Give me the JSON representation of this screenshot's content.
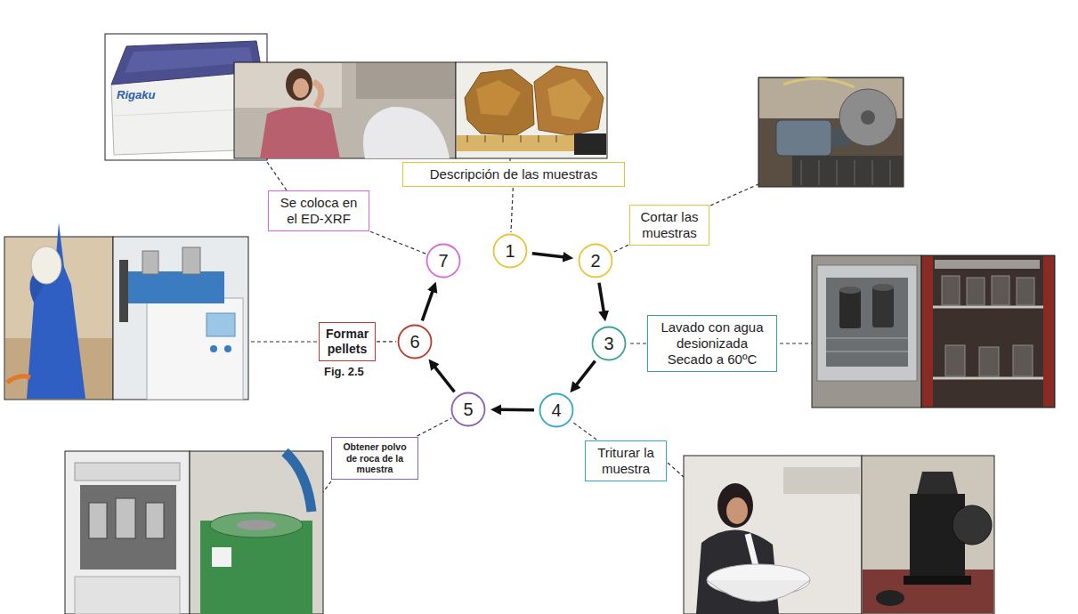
{
  "diagram": {
    "nodes": [
      {
        "text": [
          "1"
        ]
      },
      {
        "text": [
          "Descripción de las muestras"
        ]
      },
      {
        "text": [
          "2"
        ]
      },
      {
        "text": [
          "Cortar las muestras"
        ]
      },
      {
        "text": [
          "3"
        ]
      },
      {
        "text": [
          "Lavado con agua desionizada",
          "Secado a 60ºC"
        ]
      },
      {
        "text": [
          "4"
        ]
      },
      {
        "text": [
          "Triturar la muestra"
        ]
      },
      {
        "text": [
          "5"
        ]
      },
      {
        "text": [
          "Obtener polvo de roca de la muestra"
        ]
      },
      {
        "text": [
          "6"
        ]
      },
      {
        "text": [
          "Formar pellets"
        ]
      },
      {
        "text": [
          "7"
        ]
      },
      {
        "text": [
          "Se coloca en el ED-XRF"
        ]
      }
    ],
    "edges": [
      {
        "from": 0,
        "to": 2,
        "arrow": "to"
      },
      {
        "from": 2,
        "to": 4,
        "arrow": "to"
      },
      {
        "from": 4,
        "to": 6,
        "arrow": "to"
      },
      {
        "from": 6,
        "to": 8,
        "arrow": "to"
      },
      {
        "from": 8,
        "to": 10,
        "arrow": "to"
      },
      {
        "from": 10,
        "to": 12,
        "arrow": "to"
      },
      {
        "from": 1,
        "to": 0,
        "arrow": "none"
      },
      {
        "from": 3,
        "to": 2,
        "arrow": "none"
      },
      {
        "from": 5,
        "to": 4,
        "arrow": "none"
      },
      {
        "from": 7,
        "to": 6,
        "arrow": "none"
      },
      {
        "from": 9,
        "to": 8,
        "arrow": "none"
      },
      {
        "from": 11,
        "to": 10,
        "arrow": "none"
      },
      {
        "from": 13,
        "to": 12,
        "arrow": "none"
      }
    ],
    "labels": [
      "Rigaku",
      "Fig. 2.5"
    ]
  }
}
